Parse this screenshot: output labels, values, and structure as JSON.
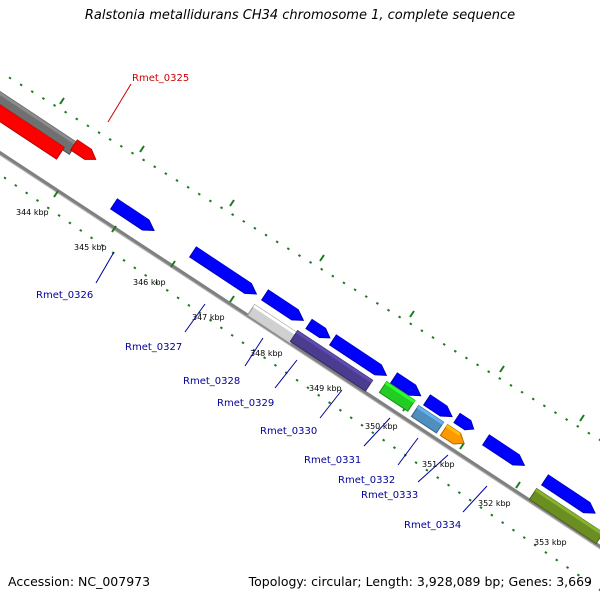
{
  "title": "Ralstonia metallidurans CH34 chromosome 1, complete sequence",
  "footer": {
    "accession": "Accession: NC_007973",
    "summary": "Topology: circular; Length: 3,928,089 bp; Genes: 3,669"
  },
  "colors": {
    "backbone": "#808080",
    "tick": "#1f7a1f",
    "gene_default": "#0000ff",
    "highlight": "#ff0000",
    "highlight_label": "#cc0000",
    "label": "#000099"
  },
  "ticks": [
    {
      "label": "344 kbp"
    },
    {
      "label": "345 kbp"
    },
    {
      "label": "346 kbp"
    },
    {
      "label": "347 kbp"
    },
    {
      "label": "348 kbp"
    },
    {
      "label": "349 kbp"
    },
    {
      "label": "350 kbp"
    },
    {
      "label": "351 kbp"
    },
    {
      "label": "352 kbp"
    },
    {
      "label": "353 kbp"
    }
  ],
  "genes": [
    {
      "name": "Rmet_0325",
      "color": "#ff0000",
      "label_color": "#cc0000"
    },
    {
      "name": "Rmet_0326",
      "color": "#0000ff",
      "label_color": "#000099"
    },
    {
      "name": "Rmet_0327",
      "color": "#0000ff",
      "label_color": "#000099"
    },
    {
      "name": "Rmet_0328",
      "color": "#d0d0d0",
      "label_color": "#000099"
    },
    {
      "name": "Rmet_0329",
      "color": "#4b3c8f",
      "label_color": "#000099"
    },
    {
      "name": "Rmet_0330",
      "color": "#0000ff",
      "label_color": "#000099"
    },
    {
      "name": "Rmet_0331",
      "color": "#22cc22",
      "label_color": "#000099"
    },
    {
      "name": "Rmet_0332",
      "color": "#4f8fbf",
      "label_color": "#000099"
    },
    {
      "name": "Rmet_0333",
      "color": "#ff9900",
      "label_color": "#000099"
    },
    {
      "name": "Rmet_0334",
      "color": "#0000ff",
      "label_color": "#000099"
    }
  ]
}
